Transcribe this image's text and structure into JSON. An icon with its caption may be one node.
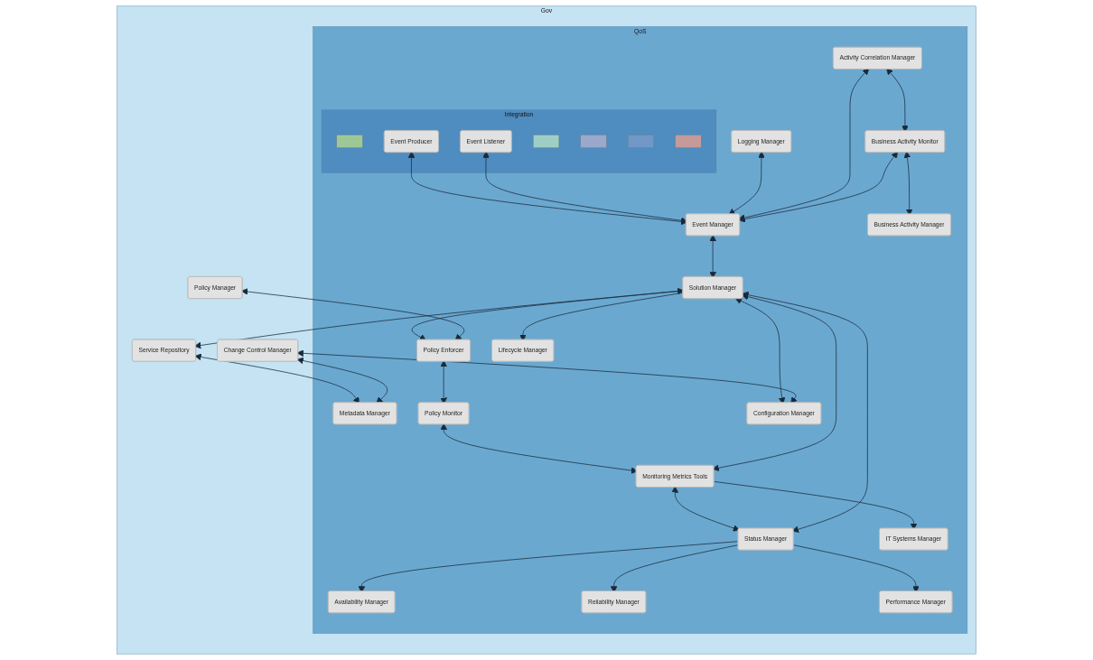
{
  "diagram": {
    "nodes": [
      {
        "text": [
          "Gov"
        ]
      },
      {
        "text": [
          "QoS"
        ],
        "in": 0
      },
      {
        "text": [
          "Integration"
        ],
        "in": 1
      },
      {
        "text": [],
        "shape": "box",
        "in": 2
      },
      {
        "text": [],
        "shape": "box",
        "in": 2
      },
      {
        "text": [],
        "shape": "box",
        "in": 2
      },
      {
        "text": [],
        "shape": "box",
        "in": 2
      },
      {
        "text": [],
        "shape": "box",
        "in": 2
      },
      {
        "text": [
          "Event Producer"
        ],
        "in": 2
      },
      {
        "text": [
          "Event Listener"
        ],
        "in": 2
      },
      {
        "text": [
          "Activity Correlation Manager"
        ],
        "in": 1
      },
      {
        "text": [
          "Business Activity Monitor"
        ],
        "in": 1
      },
      {
        "text": [
          "Business Activity Manager"
        ],
        "in": 1
      },
      {
        "text": [
          "Logging Manager"
        ],
        "in": 1
      },
      {
        "text": [
          "Lifecycle Manager"
        ],
        "in": 1
      },
      {
        "text": [
          "Event Manager"
        ],
        "in": 1
      },
      {
        "text": [
          "Policy Enforcer"
        ],
        "in": 1
      },
      {
        "text": [
          "Solution Manager"
        ],
        "in": 1
      },
      {
        "text": [
          "Metadata Manager"
        ],
        "in": 1
      },
      {
        "text": [
          "Policy Monitor"
        ],
        "in": 1
      },
      {
        "text": [
          "Monitoring Metrics Tools"
        ],
        "in": 1
      },
      {
        "text": [
          "Status Manager"
        ],
        "in": 1
      },
      {
        "text": [
          "Configuration Manager"
        ],
        "in": 1
      },
      {
        "text": [
          "IT Systems Manager"
        ],
        "in": 1
      },
      {
        "text": [
          "Availability Manager"
        ],
        "in": 1
      },
      {
        "text": [
          "Reliability Manager"
        ],
        "in": 1
      },
      {
        "text": [
          "Performance Manager"
        ],
        "in": 1
      },
      {
        "text": [
          "Service Repository"
        ],
        "in": 0
      },
      {
        "text": [
          "Policy Manager"
        ],
        "in": 0
      },
      {
        "text": [
          "Change Control Manager"
        ],
        "in": 0
      }
    ],
    "edges": [
      {
        "from": 8,
        "to": 15,
        "arrow": "both"
      },
      {
        "from": 9,
        "to": 15,
        "arrow": "both"
      },
      {
        "from": 10,
        "to": 11,
        "arrow": "both"
      },
      {
        "from": 11,
        "to": 12,
        "arrow": "both"
      },
      {
        "from": 13,
        "to": 15,
        "arrow": "both"
      },
      {
        "from": 10,
        "to": 15,
        "arrow": "both"
      },
      {
        "from": 11,
        "to": 15,
        "arrow": "both"
      },
      {
        "from": 15,
        "to": 17,
        "arrow": "both"
      },
      {
        "from": 17,
        "to": 16,
        "arrow": "both"
      },
      {
        "from": 28,
        "to": 16,
        "arrow": "both"
      },
      {
        "from": 17,
        "to": 14,
        "arrow": "to"
      },
      {
        "from": 17,
        "to": 27,
        "arrow": "to"
      },
      {
        "from": 27,
        "to": 18,
        "arrow": "both"
      },
      {
        "from": 29,
        "to": 18,
        "arrow": "both"
      },
      {
        "from": 16,
        "to": 19,
        "arrow": "both"
      },
      {
        "from": 19,
        "to": 20,
        "arrow": "both"
      },
      {
        "from": 17,
        "to": 20,
        "arrow": "both"
      },
      {
        "from": 20,
        "to": 21,
        "arrow": "both"
      },
      {
        "from": 17,
        "to": 21,
        "arrow": "both"
      },
      {
        "from": 17,
        "to": 22,
        "arrow": "both"
      },
      {
        "from": 29,
        "to": 22,
        "arrow": "both"
      },
      {
        "from": 20,
        "to": 23,
        "arrow": "to"
      },
      {
        "from": 21,
        "to": 24,
        "arrow": "to"
      },
      {
        "from": 21,
        "to": 25,
        "arrow": "to"
      },
      {
        "from": 21,
        "to": 26,
        "arrow": "to"
      }
    ]
  }
}
